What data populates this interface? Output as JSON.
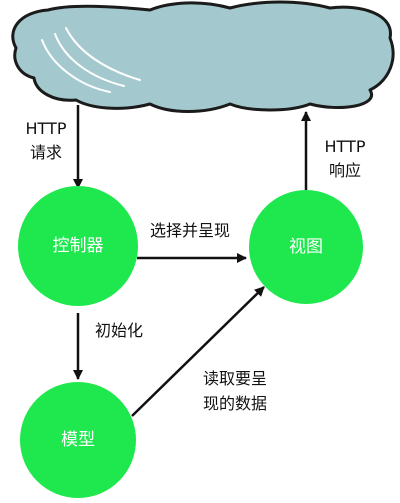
{
  "colors": {
    "node_fill": "#1fe84f",
    "cloud_fill": "#a3c9cf",
    "cloud_stroke": "#1b1b1b",
    "arrow": "#111111",
    "node_text": "#ffffff",
    "label_text": "#111111"
  },
  "nodes": {
    "controller": {
      "label": "控制器"
    },
    "view": {
      "label": "视图"
    },
    "model": {
      "label": "模型"
    }
  },
  "edges": {
    "http_request": {
      "line1": "HTTP",
      "line2": "请求"
    },
    "http_response": {
      "line1": "HTTP",
      "line2": "响应"
    },
    "select_and_render": {
      "label": "选择并呈现"
    },
    "initialize": {
      "label": "初始化"
    },
    "read_data": {
      "line1": "读取要呈",
      "line2": "现的数据"
    }
  }
}
